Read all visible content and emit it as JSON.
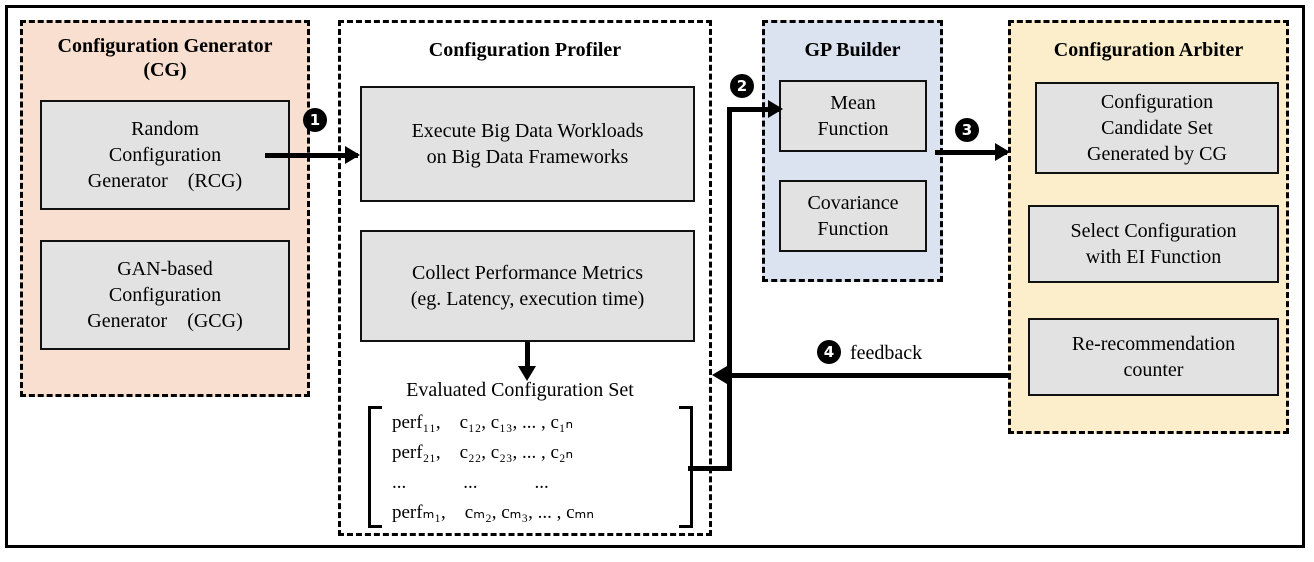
{
  "diagram": {
    "panels": {
      "cg": {
        "title_line1": "Configuration Generator",
        "title_line2": "(CG)",
        "fill": "#f9dfd0",
        "nodes": [
          {
            "l1": "Random",
            "l2": "Configuration",
            "l3": "Generator　(RCG)"
          },
          {
            "l1": "GAN-based",
            "l2": "Configuration",
            "l3": "Generator　(GCG)"
          }
        ]
      },
      "profiler": {
        "title": "Configuration Profiler",
        "fill": "#ffffff",
        "nodes": [
          {
            "l1": "Execute Big Data Workloads",
            "l2": "on Big Data Frameworks"
          },
          {
            "l1": "Collect Performance Metrics",
            "l2": "(eg. Latency, execution time)"
          }
        ],
        "set_label": "Evaluated Configuration Set"
      },
      "gp": {
        "title": "GP Builder",
        "fill": "#dce3f0",
        "nodes": [
          {
            "l1": "Mean",
            "l2": "Function"
          },
          {
            "l1": "Covariance",
            "l2": "Function"
          }
        ]
      },
      "arbiter": {
        "title": "Configuration Arbiter",
        "fill": "#fceecb",
        "nodes": [
          {
            "l1": "Configuration",
            "l2": "Candidate Set",
            "l3": "Generated by CG"
          },
          {
            "l1": "Select Configuration",
            "l2": "with EI Function"
          },
          {
            "l1": "Re-recommendation",
            "l2": "counter"
          }
        ]
      }
    },
    "edges": [
      {
        "badge": "1",
        "label": ""
      },
      {
        "badge": "2",
        "label": ""
      },
      {
        "badge": "3",
        "label": ""
      },
      {
        "badge": "4",
        "label": "feedback"
      }
    ],
    "matrix": {
      "rows": [
        {
          "cells": [
            "perf",
            "11",
            ",",
            "c",
            "12",
            "c",
            "13",
            "... ,",
            "c",
            "1n"
          ]
        },
        {
          "cells": [
            "perf",
            "21",
            ",",
            "c",
            "22",
            "c",
            "23",
            "... ,",
            "c",
            "2n"
          ]
        },
        {
          "cells": [
            "...",
            "",
            "",
            "...",
            "",
            "...",
            "",
            "",
            "",
            ""
          ]
        },
        {
          "cells": [
            "perf",
            "m1",
            ",",
            "c",
            "m2",
            "c",
            "m3",
            "... ,",
            "c",
            "mn"
          ]
        }
      ],
      "row_text": [
        "perf₁₁, c₁₂, c₁₃, ... , c₁ₙ",
        "perf₂₁, c₂₂, c₂₃, ... , c₂ₙ",
        "...   ...   ...",
        "perfₘ₁, cₘ₂, cₘ₃, ... , cₘₙ"
      ]
    }
  }
}
